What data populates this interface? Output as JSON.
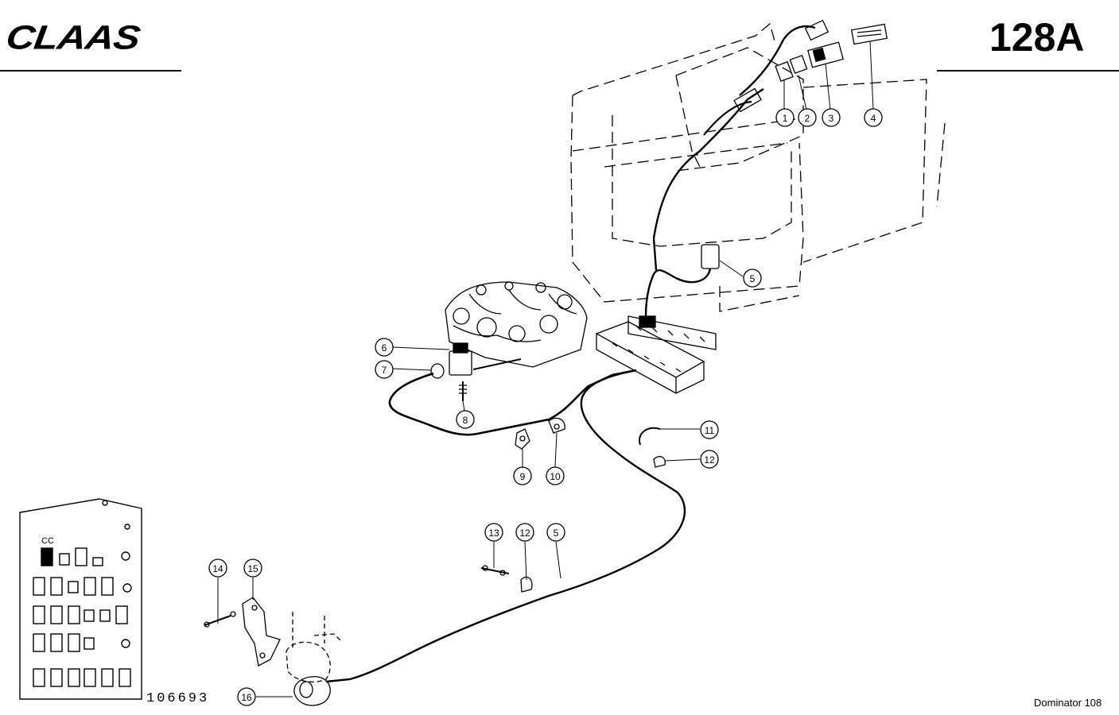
{
  "header": {
    "brand": "CLAAS",
    "page_number": "128A"
  },
  "footer": {
    "drawing_id": "106693",
    "model": "Dominator 108"
  },
  "fusebox": {
    "label": "CC"
  },
  "callouts": [
    {
      "label": "1"
    },
    {
      "label": "2"
    },
    {
      "label": "3"
    },
    {
      "label": "4"
    },
    {
      "label": "5"
    },
    {
      "label": "6"
    },
    {
      "label": "7"
    },
    {
      "label": "8"
    },
    {
      "label": "9"
    },
    {
      "label": "10"
    },
    {
      "label": "11"
    },
    {
      "label": "12"
    },
    {
      "label": "13"
    },
    {
      "label": "12"
    },
    {
      "label": "5"
    },
    {
      "label": "14"
    },
    {
      "label": "15"
    },
    {
      "label": "16"
    }
  ]
}
